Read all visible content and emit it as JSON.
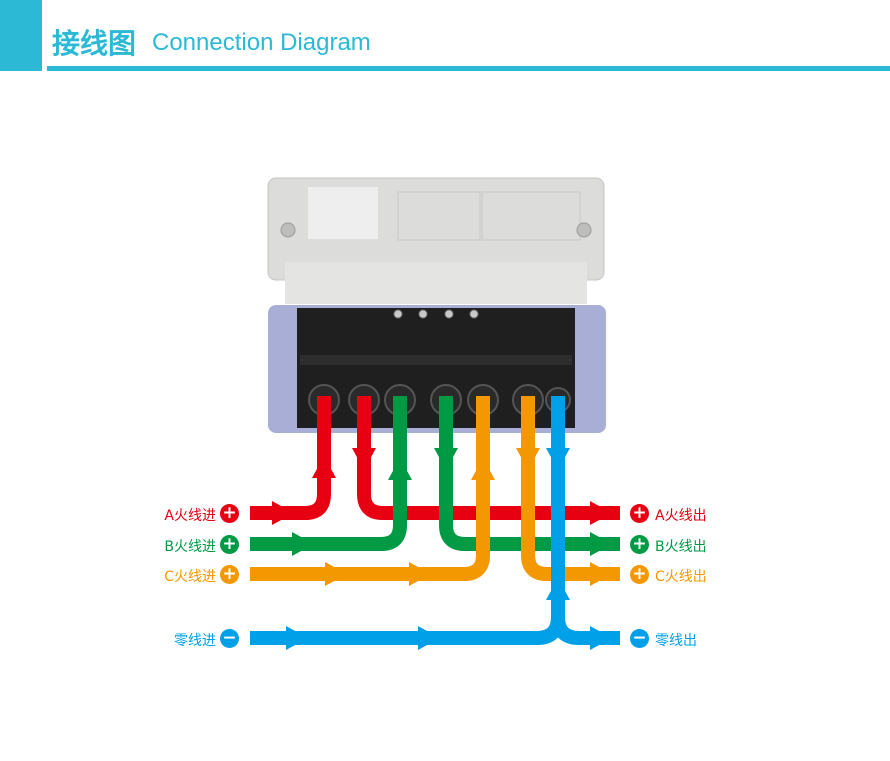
{
  "header": {
    "title_cn": "接线图",
    "title_en": "Connection Diagram"
  },
  "colors": {
    "accent": "#2bb9d6",
    "phase_a": "#e60012",
    "phase_b": "#009a44",
    "phase_c": "#f39800",
    "neutral": "#00a0e9"
  },
  "labels": {
    "a_in": "A火线进",
    "b_in": "B火线进",
    "c_in": "C火线进",
    "n_in": "零线进",
    "a_out": "A火线出",
    "b_out": "B火线出",
    "c_out": "C火线出",
    "n_out": "零线出"
  },
  "symbols": {
    "plus": "+",
    "minus": "−"
  }
}
